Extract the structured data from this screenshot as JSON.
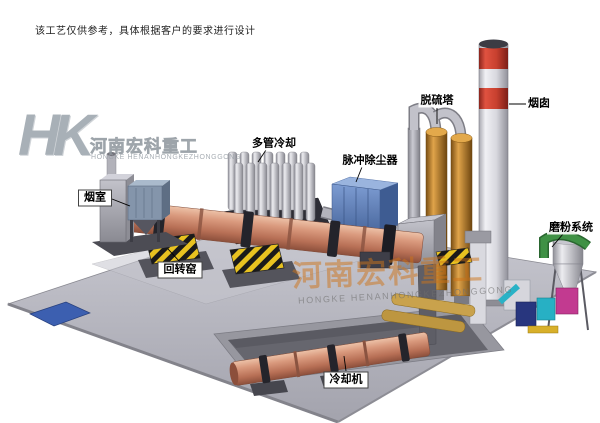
{
  "disclaimer": "该工艺仅供参考，具体根据客户的要求进行设计",
  "logo": {
    "monogram": "HK",
    "name_cn": "河南宏科重工",
    "name_en": "HONGKE HENANHONGKEZHONGGONG"
  },
  "watermark": {
    "name_cn": "河南宏科重工",
    "name_en": "HONGKE HENANHONGKEZHONGGONG"
  },
  "labels": [
    {
      "id": "smoke-chamber",
      "text": "烟室",
      "boxed": true
    },
    {
      "id": "rotary-kiln",
      "text": "回转窑",
      "boxed": true
    },
    {
      "id": "multi-tube-cooler",
      "text": "多管冷却",
      "boxed": false
    },
    {
      "id": "pulse-dust-collector",
      "text": "脉冲除尘器",
      "boxed": false
    },
    {
      "id": "desulfurization-tower",
      "text": "脱硫塔",
      "boxed": false
    },
    {
      "id": "chimney",
      "text": "烟囱",
      "boxed": false
    },
    {
      "id": "grinding-system",
      "text": "磨粉系统",
      "boxed": false
    },
    {
      "id": "cooling-machine",
      "text": "冷却机",
      "boxed": true
    }
  ],
  "colors": {
    "watermark_orange": "#ce741a",
    "kiln_body": "#d9997d",
    "dust_collector_blue": "#5b7fb5",
    "tower_orange": "#d89a3c",
    "chimney_red": "#c8402f",
    "hazard_yellow": "#e8c220",
    "platform_gray": "#b6b6be",
    "pad_blue": "#3c5fb0"
  }
}
